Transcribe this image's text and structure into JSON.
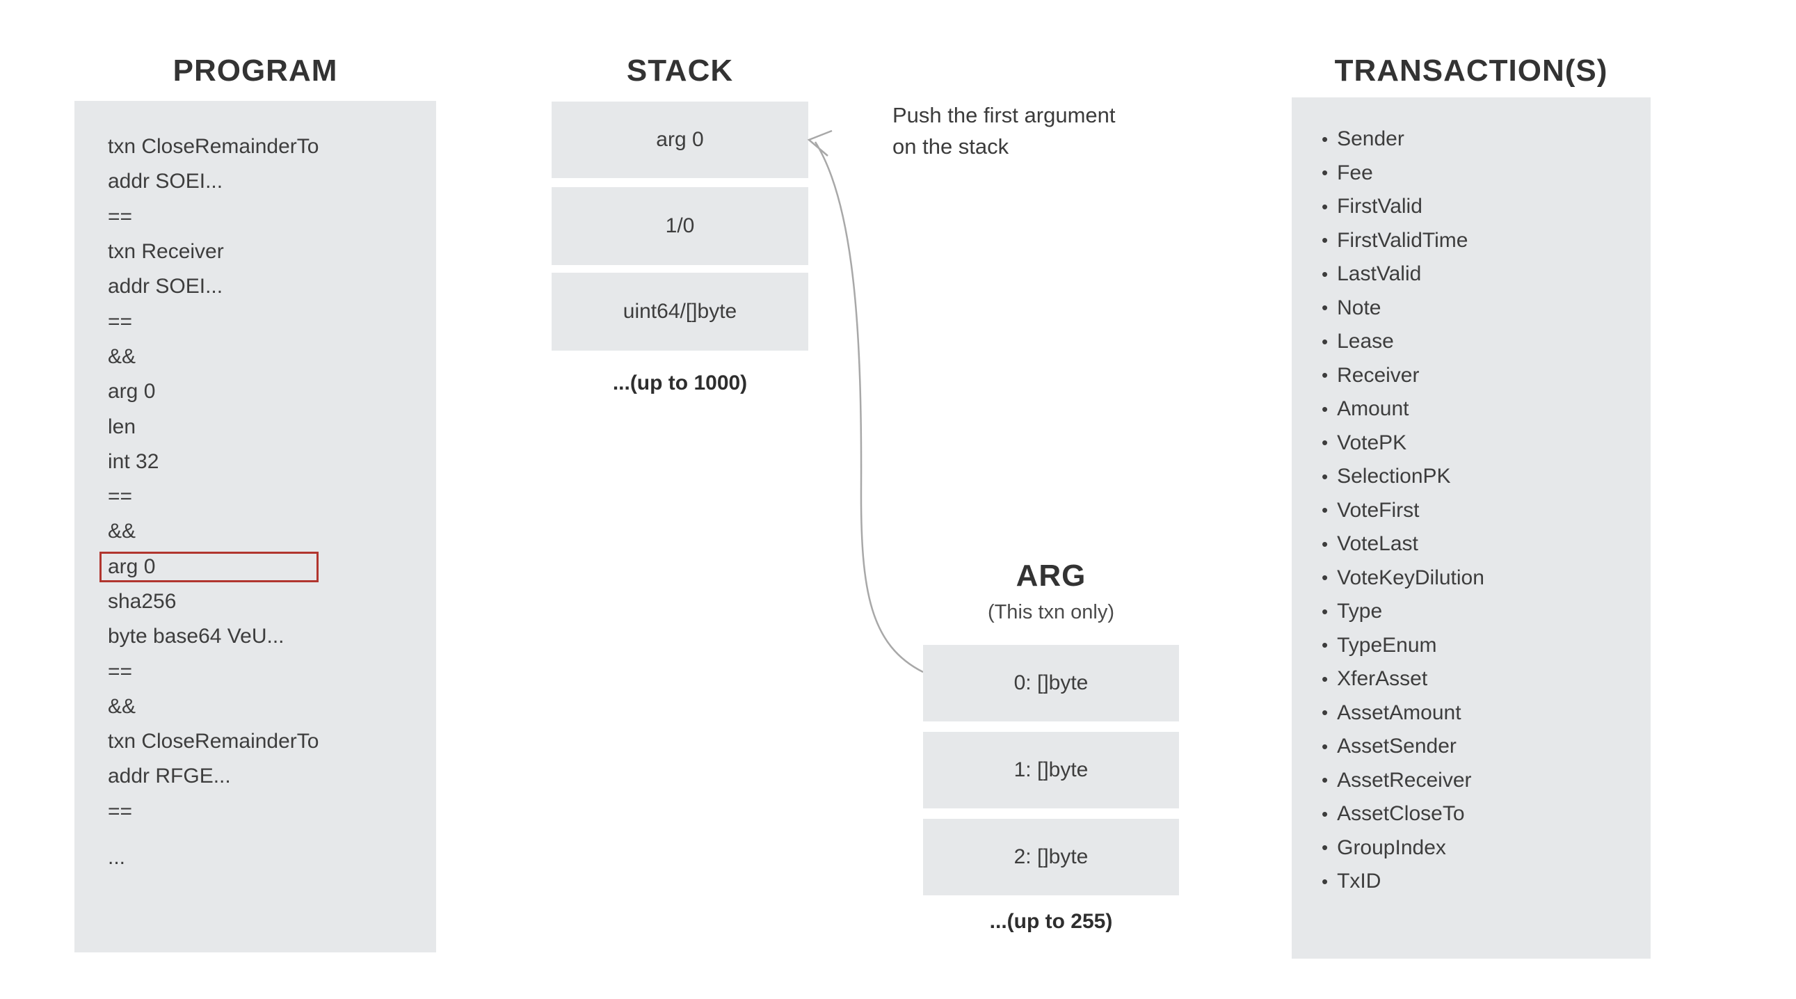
{
  "program": {
    "title": "PROGRAM",
    "lines": [
      "txn CloseRemainderTo",
      "addr SOEI...",
      "==",
      "txn Receiver",
      "addr SOEI...",
      "==",
      "&&",
      "arg 0",
      "len",
      "int 32",
      "==",
      "&&",
      "arg 0",
      "sha256",
      "byte base64 VeU...",
      "==",
      "&&",
      "txn CloseRemainderTo",
      "addr RFGE...",
      "==",
      "..."
    ],
    "highlight": {
      "line_index": 12,
      "label": "arg 0"
    }
  },
  "stack": {
    "title": "STACK",
    "items": [
      "arg 0",
      "1/0",
      "uint64/[]byte"
    ],
    "caption": "...(up to 1000)"
  },
  "annotation": {
    "line1": "Push the first argument",
    "line2": "on the stack"
  },
  "arg": {
    "title": "ARG",
    "subtitle": "(This txn only)",
    "items": [
      "0: []byte",
      "1: []byte",
      "2: []byte"
    ],
    "caption": "...(up to 255)"
  },
  "transactions": {
    "title": "TRANSACTION(S)",
    "bullet": "•",
    "fields": [
      "Sender",
      "Fee",
      "FirstValid",
      "FirstValidTime",
      "LastValid",
      "Note",
      "Lease",
      "Receiver",
      "Amount",
      "VotePK",
      "SelectionPK",
      "VoteFirst",
      "VoteLast",
      "VoteKeyDilution",
      "Type",
      "TypeEnum",
      "XferAsset",
      "AssetAmount",
      "AssetSender",
      "AssetReceiver",
      "AssetCloseTo",
      "GroupIndex",
      "TxID"
    ]
  },
  "colors": {
    "panel_bg": "#e6e8ea",
    "text": "#3d3d3d",
    "highlight_border": "#b1362f",
    "arrow": "#a8a8a8"
  }
}
